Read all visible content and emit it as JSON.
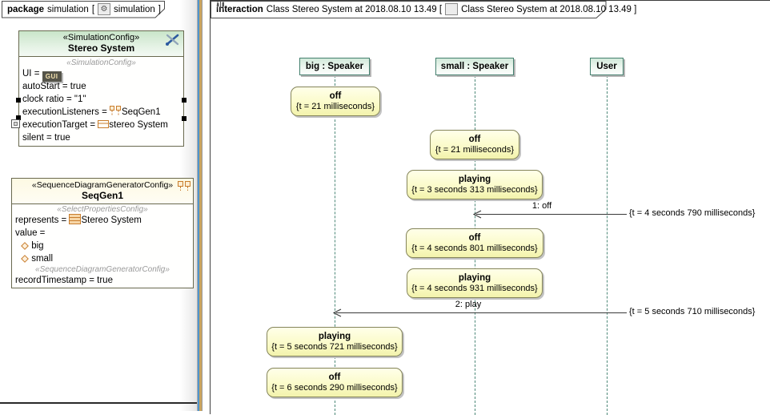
{
  "colors": {
    "state_fill": "#fbfbca",
    "state_border": "#84845a",
    "lifeline_border": "#44806e",
    "lifeline_fill": "#d2e9da",
    "sim_header_green": "#c9e5c9",
    "seqgen_header_cream": "#fdf9e3",
    "splitter_blue": "#4f94cd",
    "splitter_tan": "#c9a45f",
    "stereotype_gray": "#9a9a9a"
  },
  "left_panel": {
    "tab": {
      "keyword": "package",
      "name": "simulation",
      "open_bracket": "[",
      "gear_icon": "⚙",
      "diagram_name": "simulation",
      "close_bracket": "]"
    },
    "sim_config": {
      "stereotype": "«SimulationConfig»",
      "title": "Stereo System",
      "body_stereotype": "«SimulationConfig»",
      "ui_prefix": "UI = ",
      "gui_icon_text": "GUI",
      "autostart": "autoStart = true",
      "clock_ratio": "clock ratio = \"1\"",
      "listeners_prefix": "executionListeners = ",
      "listeners_value": "SeqGen1",
      "target_prefix": "executionTarget = ",
      "target_value": "stereo System",
      "silent": "silent = true"
    },
    "seqgen_config": {
      "stereotype": "«SequenceDiagramGeneratorConfig»",
      "title": "SeqGen1",
      "select_stereotype": "«SelectPropertiesConfig»",
      "represents_prefix": "represents = ",
      "represents_value": "Stereo System",
      "value_label": "value =",
      "options": [
        "big",
        "small"
      ],
      "generator_stereotype": "«SequenceDiagramGeneratorConfig»",
      "record_timestamp": "recordTimestamp = true"
    }
  },
  "sequence_panel": {
    "tab": {
      "keyword": "interaction",
      "title_left": "Class Stereo System at 2018.08.10 13.49 [",
      "title_right": "Class Stereo System at 2018.08.10 13.49 ]"
    },
    "lifelines": [
      {
        "label": "big : Speaker"
      },
      {
        "label": "small : Speaker"
      },
      {
        "label": "User"
      }
    ],
    "states": [
      {
        "name": "off",
        "time": "{t = 21 milliseconds}"
      },
      {
        "name": "off",
        "time": "{t = 21 milliseconds}"
      },
      {
        "name": "playing",
        "time": "{t = 3 seconds 313 milliseconds}"
      },
      {
        "name": "off",
        "time": "{t = 4 seconds 801 milliseconds}"
      },
      {
        "name": "playing",
        "time": "{t = 4 seconds 931 milliseconds}"
      },
      {
        "name": "playing",
        "time": "{t = 5 seconds 721 milliseconds}"
      },
      {
        "name": "off",
        "time": "{t = 6 seconds 290 milliseconds}"
      }
    ],
    "messages": [
      {
        "label": "1: off",
        "time": "{t = 4 seconds 790 milliseconds}"
      },
      {
        "label": "2: play",
        "time": "{t = 5 seconds 710 milliseconds}"
      }
    ]
  }
}
